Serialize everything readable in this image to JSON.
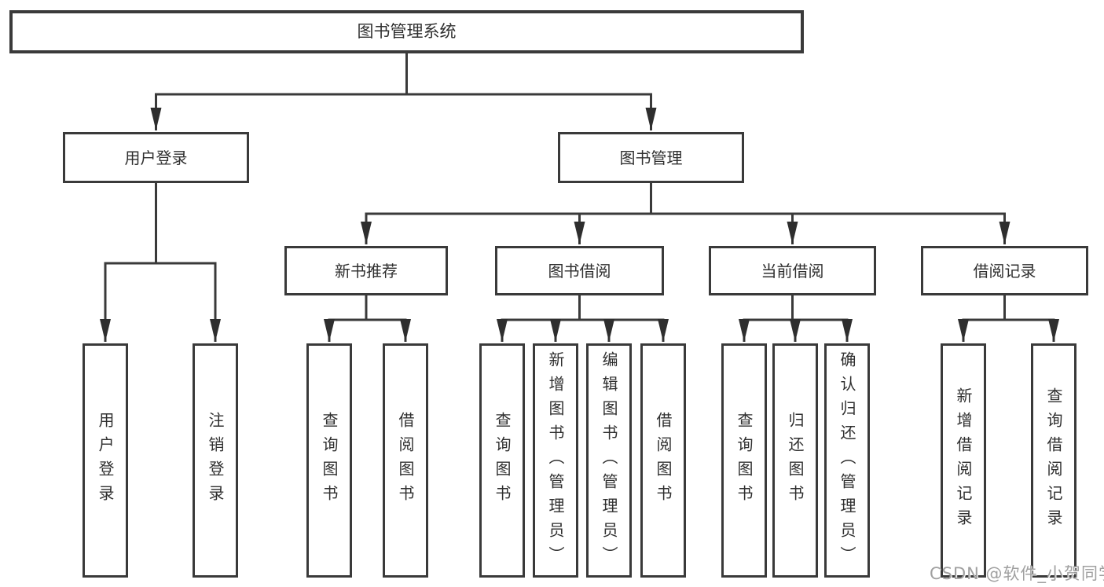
{
  "root": "图书管理系统",
  "branches": {
    "user": "用户登录",
    "books": "图书管理"
  },
  "modules": [
    "新书推荐",
    "图书借阅",
    "当前借阅",
    "借阅记录"
  ],
  "functions": {
    "user": [
      "用户登录",
      "注销登录"
    ],
    "recommend": [
      "查询图书",
      "借阅图书"
    ],
    "borrow": [
      "查询图书",
      "新增图书（管理员）",
      "编辑图书（管理员）",
      "借阅图书"
    ],
    "current": [
      "查询图书",
      "归还图书",
      "确认归还（管理员）"
    ],
    "records": [
      "新增借阅记录",
      "查询借阅记录"
    ]
  },
  "watermark": "CSDN @软件_小贺同学",
  "colors": {
    "line": "#3a3a3a",
    "box_border": "#3a3a3a",
    "text": "#2f2f2f",
    "watermark": "#a0a0a0",
    "background": "#ffffff"
  }
}
